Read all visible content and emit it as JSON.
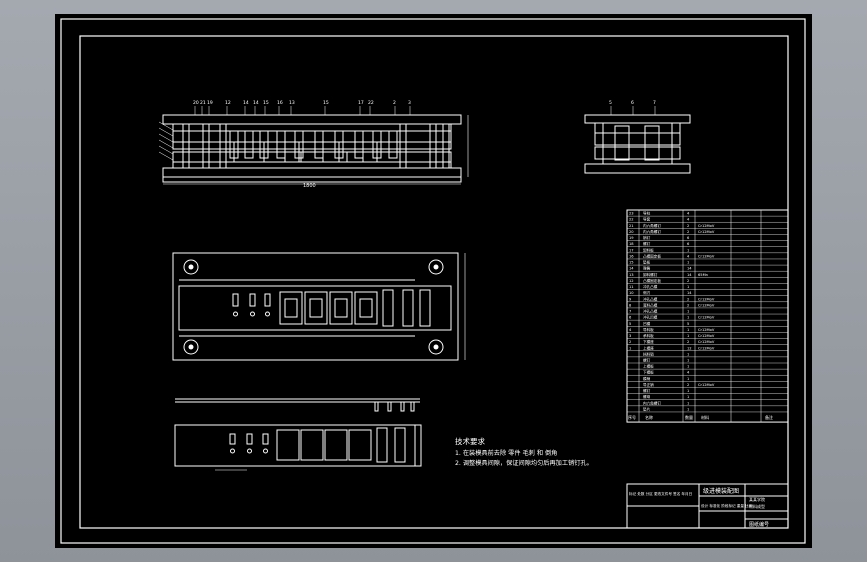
{
  "drawing": {
    "colors": {
      "background": "#000000",
      "lines": "#ffffff",
      "viewport": "#9a9fa6"
    },
    "front_view_balloons": [
      "20",
      "21",
      "19",
      "12",
      "14",
      "14",
      "15",
      "16",
      "13",
      "15",
      "17",
      "22",
      "2",
      "3"
    ],
    "front_view_dimension": "1800",
    "side_view_balloons": [
      "5",
      "6",
      "7"
    ],
    "tech_req": {
      "title": "技术要求",
      "items": [
        "1. 在装模具前去除 零件 毛刺 和 倒角",
        "2. 调整模具间隙，保证间隙均匀后再加工销钉孔。"
      ]
    },
    "bom": {
      "rows": [
        {
          "no": "23",
          "name": "导柱",
          "qty": "4",
          "mat": ""
        },
        {
          "no": "22",
          "name": "导套",
          "qty": "4",
          "mat": ""
        },
        {
          "no": "21",
          "name": "内六角螺钉",
          "qty": "2",
          "mat": "Cr12MoV"
        },
        {
          "no": "20",
          "name": "内六角螺钉",
          "qty": "2",
          "mat": "Cr12MoV"
        },
        {
          "no": "19",
          "name": "销钉",
          "qty": "6",
          "mat": ""
        },
        {
          "no": "18",
          "name": "螺钉",
          "qty": "6",
          "mat": ""
        },
        {
          "no": "17",
          "name": "卸料板",
          "qty": "1",
          "mat": ""
        },
        {
          "no": "16",
          "name": "凸模固定板",
          "qty": "4",
          "mat": "Cr12MoV"
        },
        {
          "no": "15",
          "name": "垫板",
          "qty": "1",
          "mat": ""
        },
        {
          "no": "14",
          "name": "弹簧",
          "qty": "14",
          "mat": ""
        },
        {
          "no": "13",
          "name": "卸料螺钉",
          "qty": "14",
          "mat": "65Mn"
        },
        {
          "no": "12",
          "name": "凸模固定板",
          "qty": "2",
          "mat": ""
        },
        {
          "no": "11",
          "name": "冲孔凸模",
          "qty": "1",
          "mat": ""
        },
        {
          "no": "10",
          "name": "侧刃",
          "qty": "14",
          "mat": ""
        },
        {
          "no": "9",
          "name": "冲孔凸模",
          "qty": "2",
          "mat": "Cr12MoV"
        },
        {
          "no": "8",
          "name": "落料凸模",
          "qty": "2",
          "mat": "Cr12MoV"
        },
        {
          "no": "7",
          "name": "冲孔凸模",
          "qty": "1",
          "mat": ""
        },
        {
          "no": "6",
          "name": "冲孔凹模",
          "qty": "1",
          "mat": "Cr12MoV"
        },
        {
          "no": "5",
          "name": "凹模",
          "qty": "5",
          "mat": ""
        },
        {
          "no": "4",
          "name": "导料板",
          "qty": "1",
          "mat": "Cr12MoV"
        },
        {
          "no": "3",
          "name": "承料板",
          "qty": "1",
          "mat": "Cr12MoV"
        },
        {
          "no": "2",
          "name": "下模座",
          "qty": "2",
          "mat": "Cr12MoV"
        },
        {
          "no": "1",
          "name": "上模座",
          "qty": "12",
          "mat": "Cr12MoV"
        }
      ],
      "extra_rows": [
        {
          "no": "",
          "name": "挡料销",
          "qty": "1",
          "mat": ""
        },
        {
          "no": "",
          "name": "螺钉",
          "qty": "1",
          "mat": ""
        },
        {
          "no": "",
          "name": "上模板",
          "qty": "1",
          "mat": ""
        },
        {
          "no": "",
          "name": "下模板",
          "qty": "4",
          "mat": ""
        },
        {
          "no": "",
          "name": "模柄",
          "qty": "1",
          "mat": ""
        },
        {
          "no": "",
          "name": "导正销",
          "qty": "2",
          "mat": "Cr12MoV"
        },
        {
          "no": "",
          "name": "螺钉",
          "qty": "1",
          "mat": ""
        },
        {
          "no": "",
          "name": "螺母",
          "qty": "1",
          "mat": ""
        },
        {
          "no": "",
          "name": "内六角螺钉",
          "qty": "1",
          "mat": ""
        },
        {
          "no": "",
          "name": "垫片",
          "qty": "1",
          "mat": ""
        }
      ],
      "header": {
        "no": "序号",
        "name": "名称",
        "qty": "数量",
        "mat": "材料",
        "note": "备注"
      }
    },
    "title_block": {
      "drawing_name": "级进模装配图",
      "school": "某某学院",
      "class": "材料成型",
      "sheet": "图纸编号",
      "row_labels": "标记 处数 分区 更改文件号 签名 年月日",
      "row_labels2": "设计 标准化 阶段标记 重量 比例"
    }
  }
}
